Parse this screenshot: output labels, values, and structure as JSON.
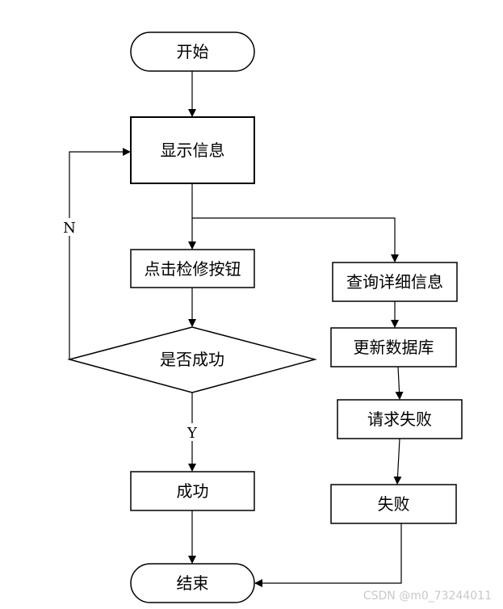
{
  "nodes": {
    "start": "开始",
    "show_info": "显示信息",
    "click_repair": "点击检修按钮",
    "is_success": "是否成功",
    "success": "成功",
    "end": "结束",
    "query_detail": "查询详细信息",
    "update_db": "更新数据库",
    "request_fail": "请求失败",
    "fail": "失败"
  },
  "labels": {
    "no": "N",
    "yes": "Y"
  },
  "watermark": "CSDN @m0_73244011",
  "colors": {
    "stroke": "#000000",
    "background": "#ffffff",
    "watermark": "#c8c8c8"
  }
}
